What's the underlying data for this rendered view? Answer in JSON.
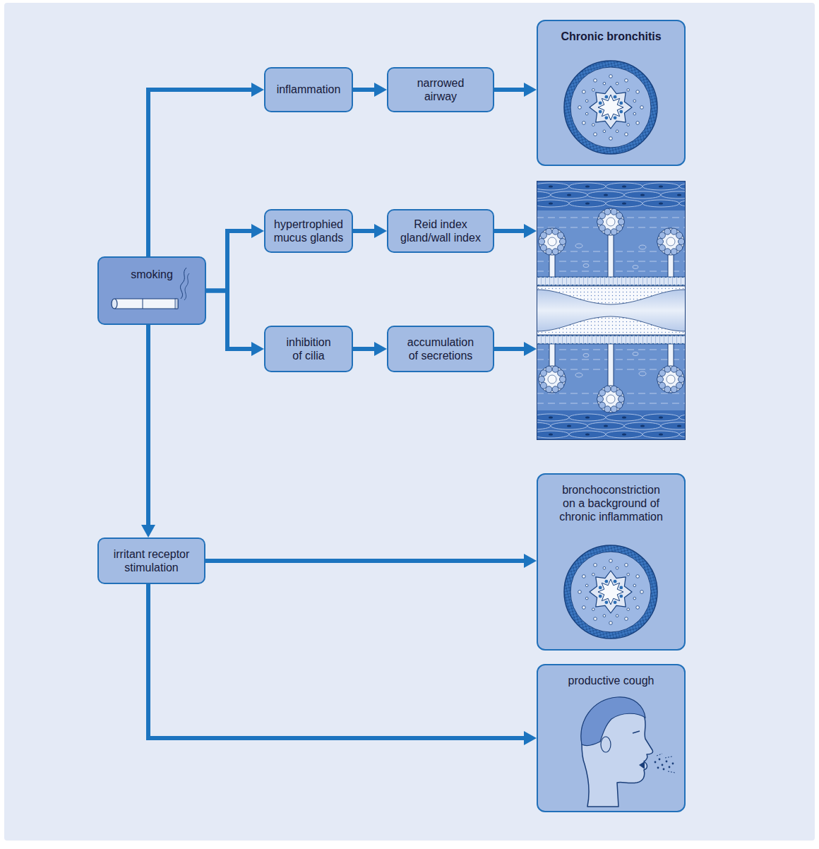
{
  "diagram": {
    "nodes": [
      {
        "text": [
          "smoking"
        ]
      },
      {
        "text": [
          "inflammation"
        ]
      },
      {
        "text": [
          "narrowed airway"
        ]
      },
      {
        "text": [
          "Chronic bronchitis"
        ]
      },
      {
        "text": [
          "hypertrophied mucus glands"
        ]
      },
      {
        "text": [
          "Reid index gland/wall index"
        ]
      },
      {
        "text": [
          "inhibition of cilia"
        ]
      },
      {
        "text": [
          "accumulation of secretions"
        ]
      },
      {
        "text": [
          "irritant receptor stimulation"
        ]
      },
      {
        "text": [
          "bronchoconstriction on a background of chronic inflammation"
        ]
      },
      {
        "text": [
          "productive cough"
        ]
      }
    ],
    "edges": [
      {
        "from": 0,
        "to": 1,
        "arrow": "to"
      },
      {
        "from": 1,
        "to": 2,
        "arrow": "to"
      },
      {
        "from": 2,
        "to": 3,
        "arrow": "to"
      },
      {
        "from": 0,
        "to": 4,
        "arrow": "to"
      },
      {
        "from": 4,
        "to": 5,
        "arrow": "to"
      },
      {
        "from": 0,
        "to": 6,
        "arrow": "to"
      },
      {
        "from": 6,
        "to": 7,
        "arrow": "to"
      },
      {
        "from": 0,
        "to": 8,
        "arrow": "to"
      },
      {
        "from": 8,
        "to": 9,
        "arrow": "to"
      },
      {
        "from": 8,
        "to": 10,
        "arrow": "to"
      }
    ]
  }
}
